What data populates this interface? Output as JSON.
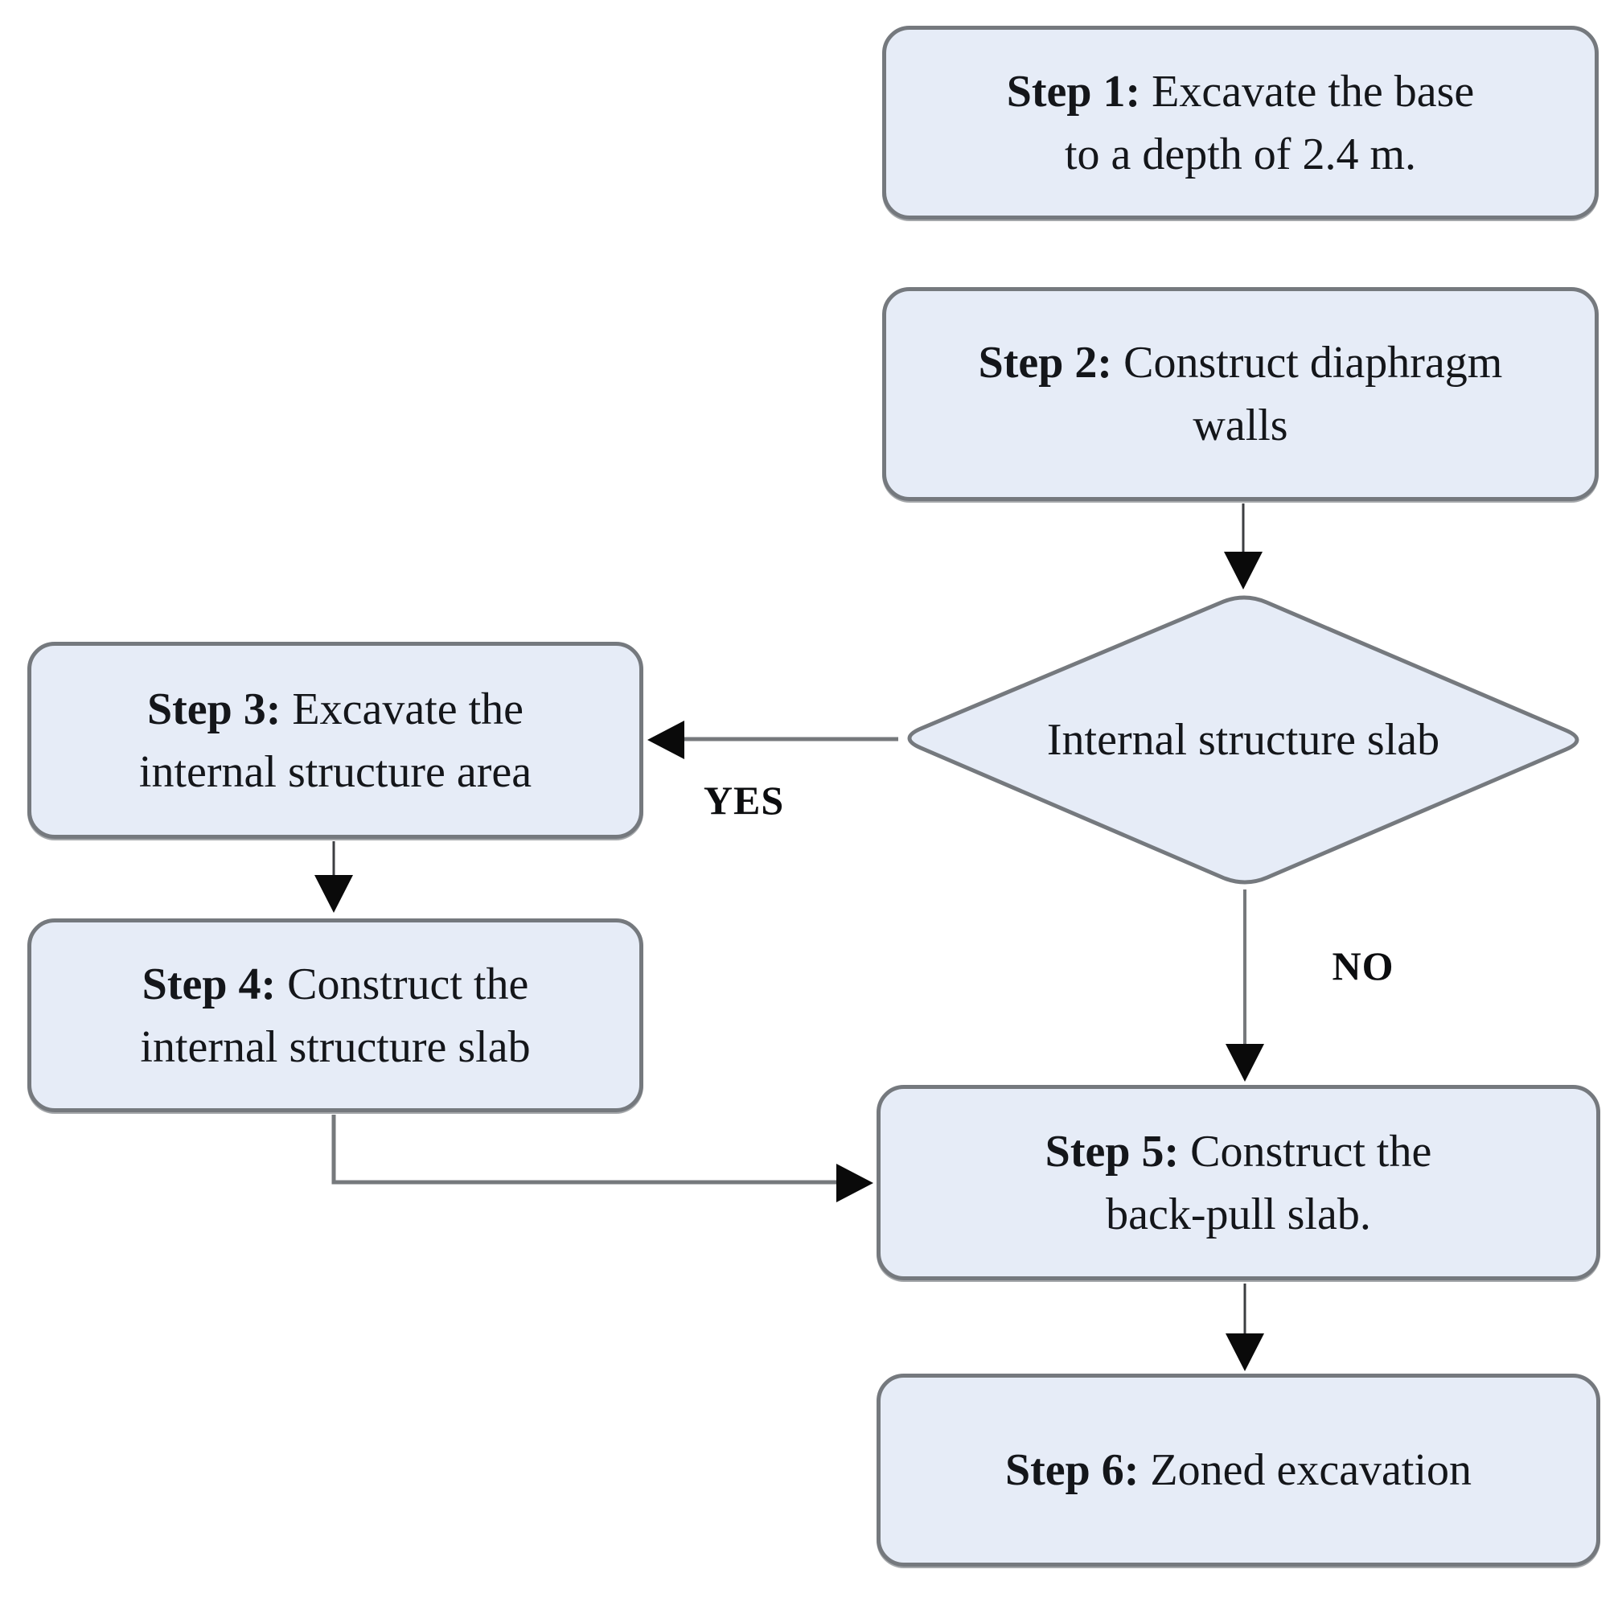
{
  "flowchart": {
    "nodes": [
      {
        "id": "step1",
        "prefix": "Step 1:",
        "line1": " Excavate the base",
        "line2": "to a depth of 2.4 m."
      },
      {
        "id": "step2",
        "prefix": "Step 2:",
        "line1": " Construct diaphragm",
        "line2": "walls"
      },
      {
        "id": "step3",
        "prefix": "Step 3:",
        "line1": " Excavate the",
        "line2": "internal structure area"
      },
      {
        "id": "step4",
        "prefix": "Step 4:",
        "line1": " Construct the",
        "line2": "internal structure slab"
      },
      {
        "id": "step5",
        "prefix": "Step 5:",
        "line1": " Construct the",
        "line2": "back-pull slab."
      },
      {
        "id": "step6",
        "prefix": "Step 6:",
        "line1": " Zoned excavation",
        "line2": ""
      }
    ],
    "decision": {
      "label": "Internal structure slab"
    },
    "edge_labels": {
      "yes": "YES",
      "no": "NO"
    },
    "colors": {
      "node_fill": "#e6ecf7",
      "node_border": "#75797e",
      "connector_gray": "#76797c",
      "connector_dark": "#3c3e41",
      "arrowhead": "#0a0a0a",
      "text": "#14161a",
      "background": "#ffffff"
    }
  }
}
